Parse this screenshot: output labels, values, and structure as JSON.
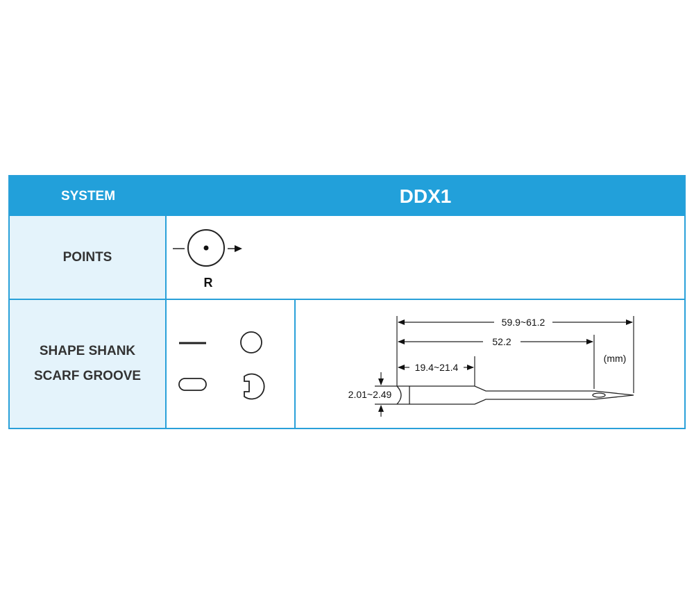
{
  "header": {
    "system_label": "SYSTEM",
    "system_value": "DDX1"
  },
  "rows": {
    "points": {
      "label": "POINTS",
      "point_code": "R"
    },
    "shape": {
      "label_line1": "SHAPE SHANK",
      "label_line2": "SCARF GROOVE"
    }
  },
  "needle_dimensions": {
    "total_length": "59.9~61.2",
    "eye_length": "52.2",
    "shank_length": "19.4~21.4",
    "shank_diameter": "2.01~2.49",
    "unit": "(mm)"
  },
  "icons": {
    "point": "round-point-icon",
    "shank": "flat-shank-icon",
    "scarf": "round-scarf-icon",
    "rounded_shank": "rounded-shank-icon",
    "groove": "groove-icon"
  },
  "colors": {
    "header_bg": "#22a0da",
    "label_bg": "#e4f3fb",
    "border": "#29a0d9"
  }
}
